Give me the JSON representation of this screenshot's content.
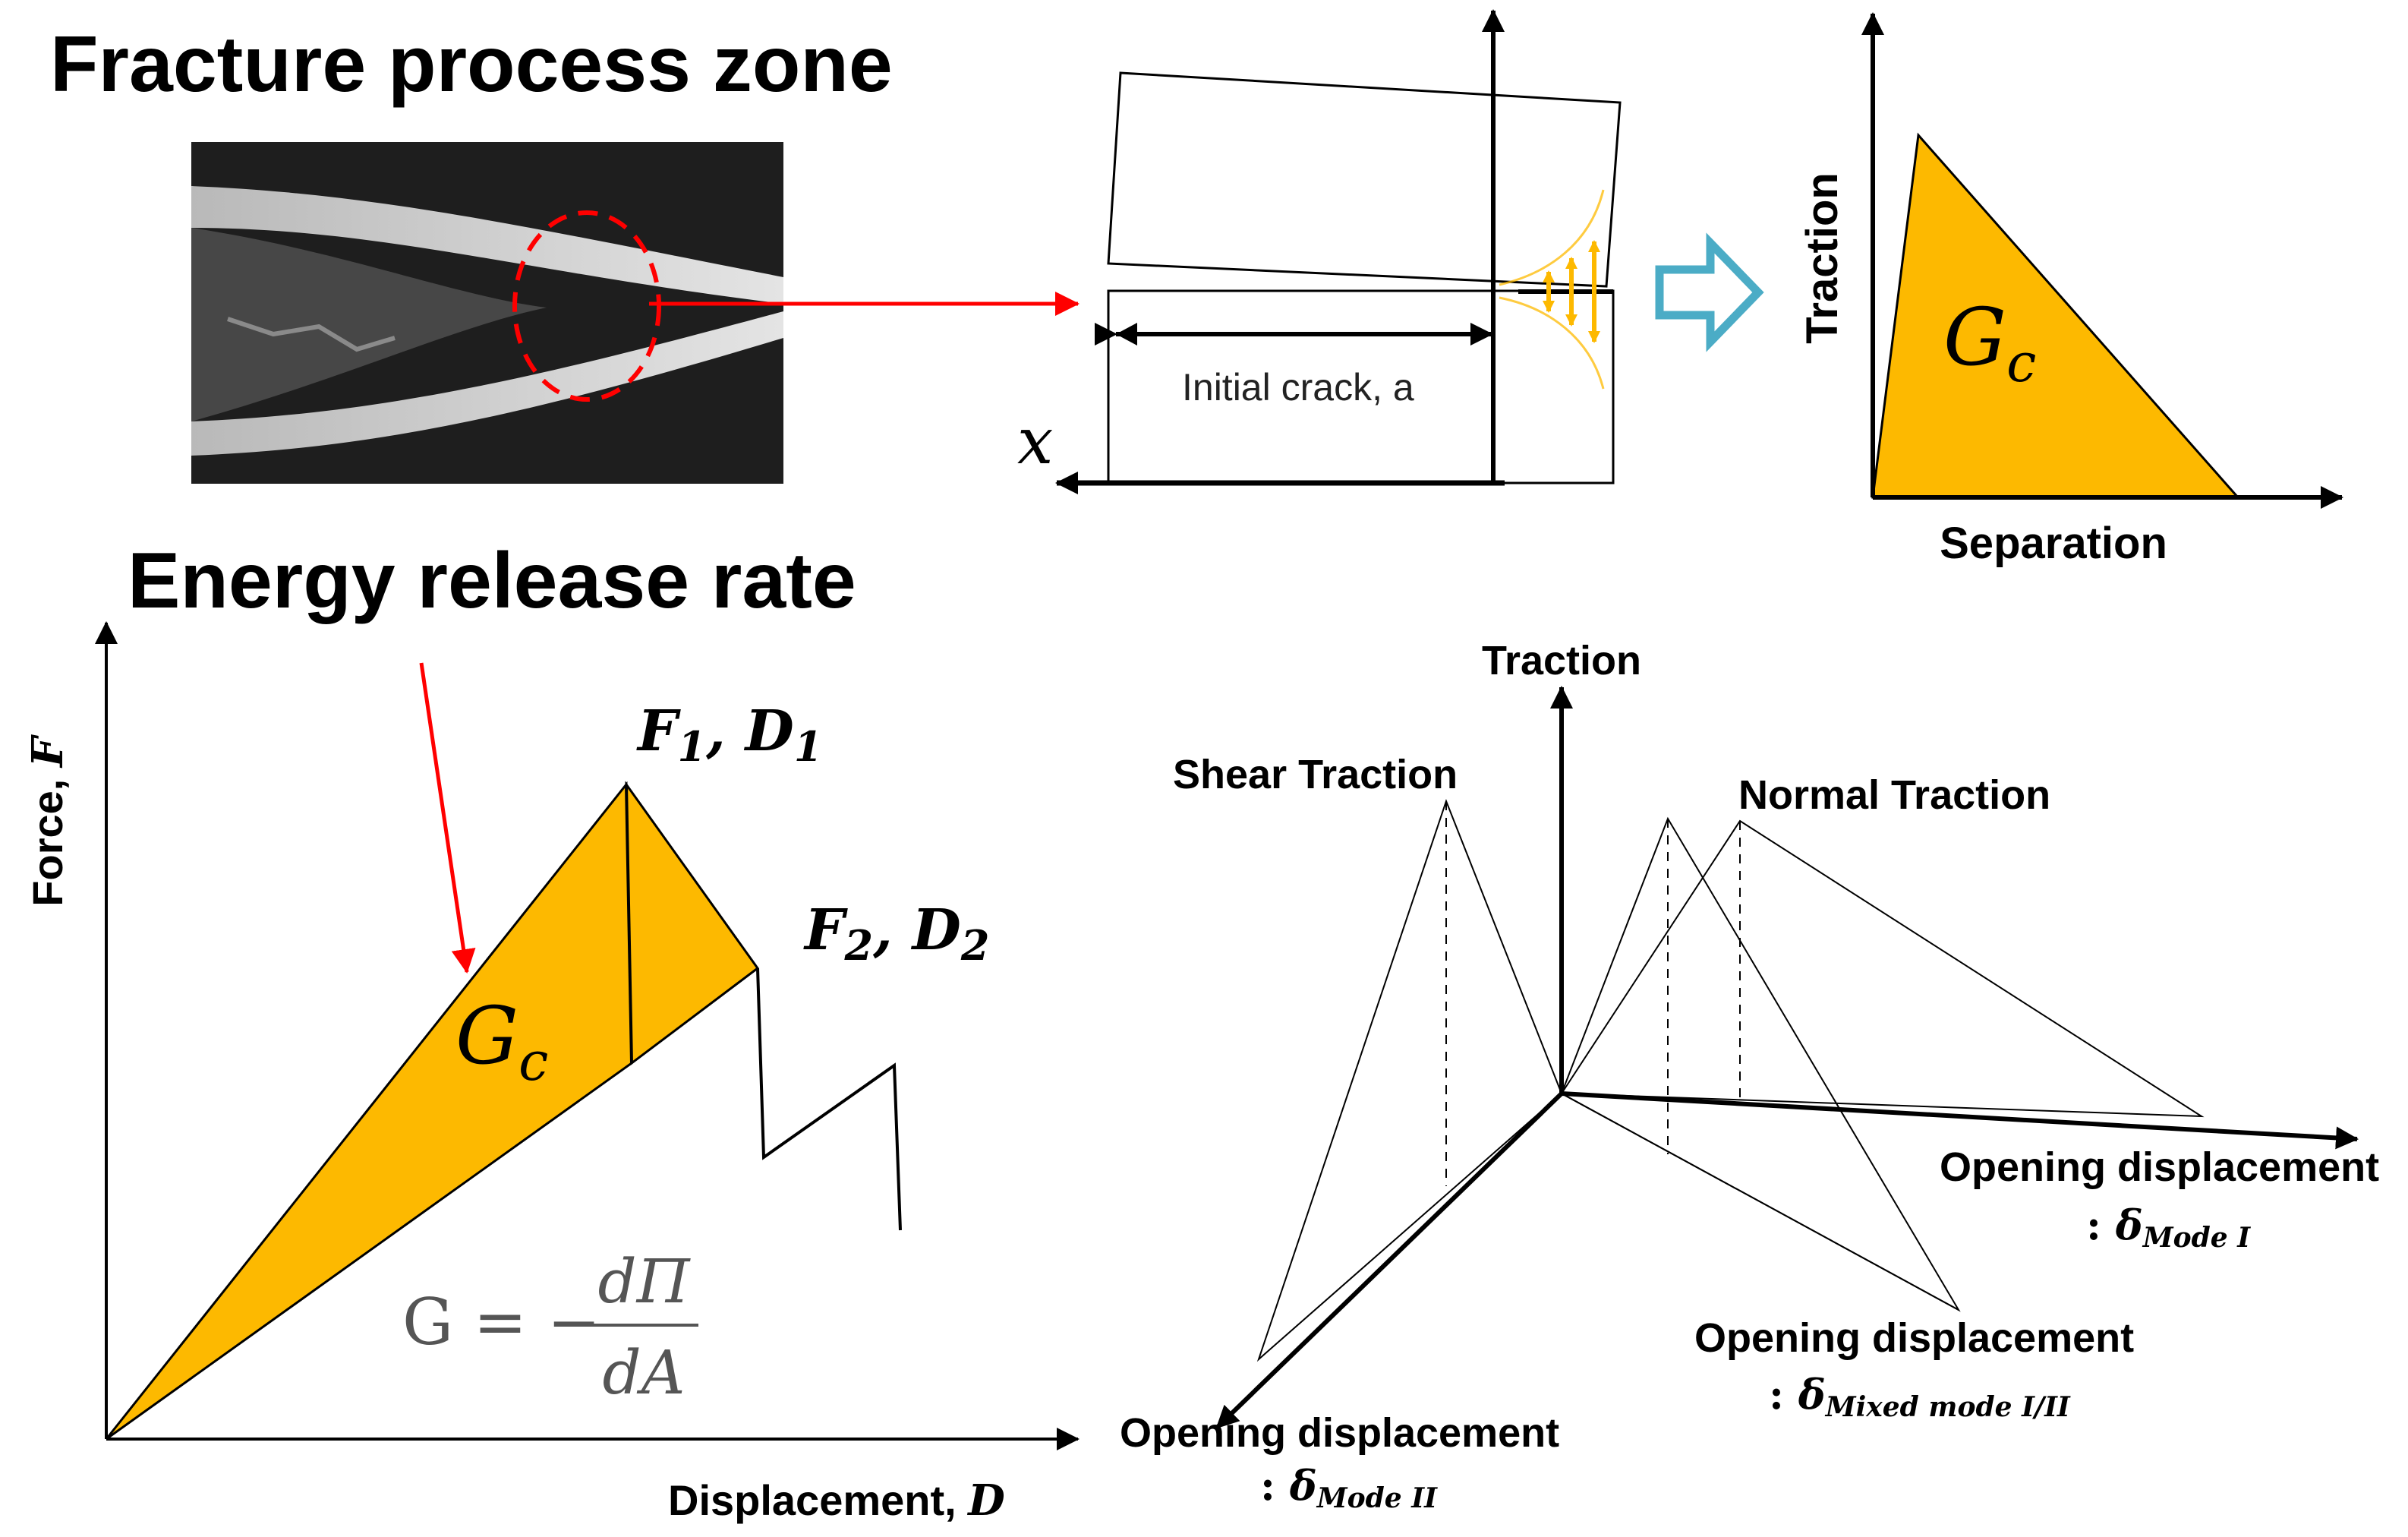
{
  "colors": {
    "fill": "#FDB900",
    "line": "#000000",
    "red": "#FF0000",
    "hollow_arrow": "#4BACC6"
  },
  "panel_fpz": {
    "title": "Fracture process zone"
  },
  "crack_diagram": {
    "crack_label": "Initial crack, a",
    "axis_label": "x"
  },
  "tsl_panel": {
    "y_label": "Traction",
    "x_label": "Separation",
    "area_label": "G",
    "area_sub": "c"
  },
  "err_panel": {
    "title": "Energy release rate",
    "y_label_text": "Force, ",
    "y_label_sym": "F",
    "x_label_text": "Displacement, ",
    "x_label_sym": "D",
    "point1_F": "F",
    "point1_Fsub": "1",
    "point1_D": "D",
    "point1_Dsub": "1",
    "point2_F": "F",
    "point2_Fsub": "2",
    "point2_D": "D",
    "point2_Dsub": "2",
    "area_label": "G",
    "area_sub": "c",
    "formula_lhs": "G = −",
    "formula_num": "dΠ",
    "formula_den": "dA"
  },
  "mixed_mode_panel": {
    "traction_label": "Traction",
    "shear_label": "Shear Traction",
    "normal_label": "Normal Traction",
    "mode1_label": "Opening displacement",
    "mode1_prefix": ": ",
    "mode1_sym": "δ",
    "mode1_sub": "Mode I",
    "mixed_label": "Opening displacement",
    "mixed_prefix": ": ",
    "mixed_sym": "δ",
    "mixed_sub": "Mixed mode I/II",
    "mode2_label": "Opening displacement",
    "mode2_prefix": ": ",
    "mode2_sym": "δ",
    "mode2_sub": "Mode II"
  }
}
